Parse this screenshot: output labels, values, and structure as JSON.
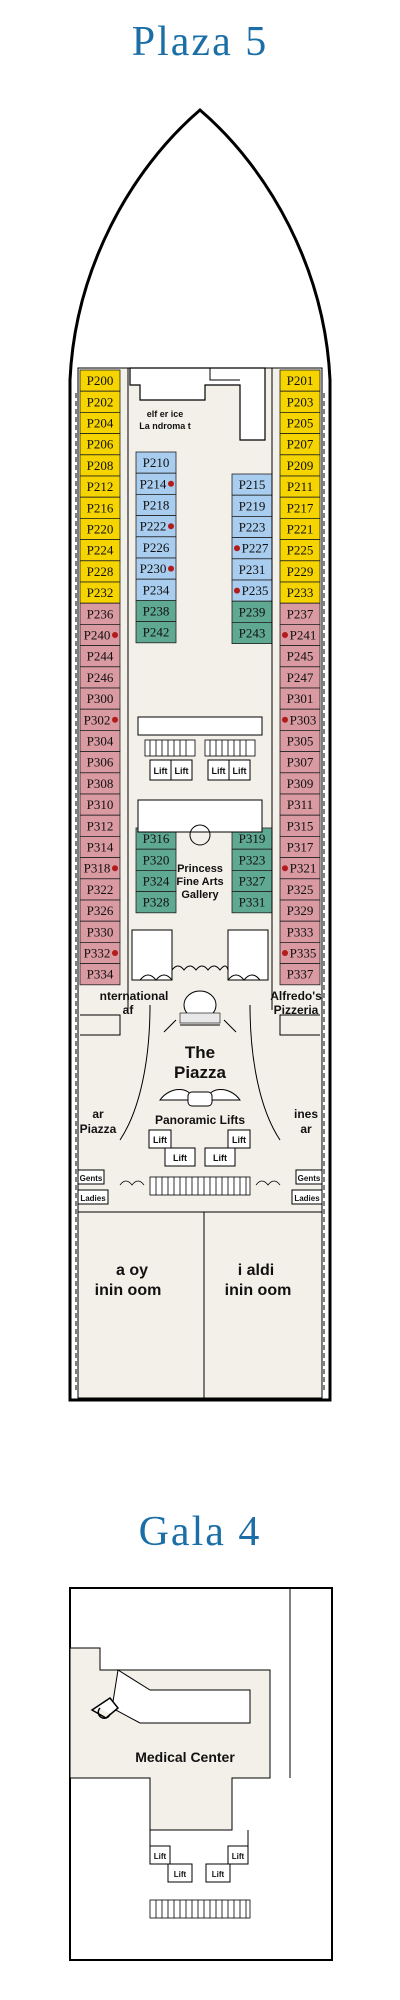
{
  "colors": {
    "yellow": "#f5d400",
    "pink": "#d99aa2",
    "blue": "#a9cdee",
    "teal": "#5fa892",
    "floor": "#f3f0e9",
    "title": "#1c6fa6",
    "dot": "#b31b1b"
  },
  "decks": [
    {
      "name": "Plaza 5"
    },
    {
      "name": "Gala 4"
    }
  ],
  "plaza": {
    "left_outer": [
      {
        "id": "P200",
        "color": "yellow"
      },
      {
        "id": "P202",
        "color": "yellow"
      },
      {
        "id": "P204",
        "color": "yellow"
      },
      {
        "id": "P206",
        "color": "yellow"
      },
      {
        "id": "P208",
        "color": "yellow"
      },
      {
        "id": "P212",
        "color": "yellow"
      },
      {
        "id": "P216",
        "color": "yellow"
      },
      {
        "id": "P220",
        "color": "yellow"
      },
      {
        "id": "P224",
        "color": "yellow"
      },
      {
        "id": "P228",
        "color": "yellow"
      },
      {
        "id": "P232",
        "color": "yellow"
      },
      {
        "id": "P236",
        "color": "pink"
      },
      {
        "id": "P240",
        "color": "pink",
        "dot": true
      },
      {
        "id": "P244",
        "color": "pink"
      },
      {
        "id": "P246",
        "color": "pink"
      },
      {
        "id": "P300",
        "color": "pink"
      },
      {
        "id": "P302",
        "color": "pink",
        "dot": true
      },
      {
        "id": "P304",
        "color": "pink"
      },
      {
        "id": "P306",
        "color": "pink"
      },
      {
        "id": "P308",
        "color": "pink"
      },
      {
        "id": "P310",
        "color": "pink"
      },
      {
        "id": "P312",
        "color": "pink"
      },
      {
        "id": "P314",
        "color": "pink"
      },
      {
        "id": "P318",
        "color": "pink",
        "dot": true
      },
      {
        "id": "P322",
        "color": "pink"
      },
      {
        "id": "P326",
        "color": "pink"
      },
      {
        "id": "P330",
        "color": "pink"
      },
      {
        "id": "P332",
        "color": "pink",
        "dot": true
      },
      {
        "id": "P334",
        "color": "pink"
      }
    ],
    "right_outer": [
      {
        "id": "P201",
        "color": "yellow"
      },
      {
        "id": "P203",
        "color": "yellow"
      },
      {
        "id": "P205",
        "color": "yellow"
      },
      {
        "id": "P207",
        "color": "yellow"
      },
      {
        "id": "P209",
        "color": "yellow"
      },
      {
        "id": "P211",
        "color": "yellow"
      },
      {
        "id": "P217",
        "color": "yellow"
      },
      {
        "id": "P221",
        "color": "yellow"
      },
      {
        "id": "P225",
        "color": "yellow"
      },
      {
        "id": "P229",
        "color": "yellow"
      },
      {
        "id": "P233",
        "color": "yellow"
      },
      {
        "id": "P237",
        "color": "pink"
      },
      {
        "id": "P241",
        "color": "pink",
        "dot": true
      },
      {
        "id": "P245",
        "color": "pink"
      },
      {
        "id": "P247",
        "color": "pink"
      },
      {
        "id": "P301",
        "color": "pink"
      },
      {
        "id": "P303",
        "color": "pink",
        "dot": true
      },
      {
        "id": "P305",
        "color": "pink"
      },
      {
        "id": "P307",
        "color": "pink"
      },
      {
        "id": "P309",
        "color": "pink"
      },
      {
        "id": "P311",
        "color": "pink"
      },
      {
        "id": "P315",
        "color": "pink"
      },
      {
        "id": "P317",
        "color": "pink"
      },
      {
        "id": "P321",
        "color": "pink",
        "dot": true
      },
      {
        "id": "P325",
        "color": "pink"
      },
      {
        "id": "P329",
        "color": "pink"
      },
      {
        "id": "P333",
        "color": "pink"
      },
      {
        "id": "P335",
        "color": "pink",
        "dot": true
      },
      {
        "id": "P337",
        "color": "pink"
      }
    ],
    "left_inner_top": [
      {
        "id": "P210",
        "color": "blue"
      },
      {
        "id": "P214",
        "color": "blue",
        "dot": true
      },
      {
        "id": "P218",
        "color": "blue"
      },
      {
        "id": "P222",
        "color": "blue",
        "dot": true
      },
      {
        "id": "P226",
        "color": "blue"
      },
      {
        "id": "P230",
        "color": "blue",
        "dot": true
      },
      {
        "id": "P234",
        "color": "blue"
      },
      {
        "id": "P238",
        "color": "teal"
      },
      {
        "id": "P242",
        "color": "teal"
      }
    ],
    "right_inner_top": [
      {
        "id": "P215",
        "color": "blue"
      },
      {
        "id": "P219",
        "color": "blue"
      },
      {
        "id": "P223",
        "color": "blue"
      },
      {
        "id": "P227",
        "color": "blue",
        "dot": true
      },
      {
        "id": "P231",
        "color": "blue"
      },
      {
        "id": "P235",
        "color": "blue",
        "dot": true
      },
      {
        "id": "P239",
        "color": "teal"
      },
      {
        "id": "P243",
        "color": "teal"
      }
    ],
    "left_inner_bottom": [
      {
        "id": "P316",
        "color": "teal"
      },
      {
        "id": "P320",
        "color": "teal"
      },
      {
        "id": "P324",
        "color": "teal"
      },
      {
        "id": "P328",
        "color": "teal"
      }
    ],
    "right_inner_bottom": [
      {
        "id": "P319",
        "color": "teal"
      },
      {
        "id": "P323",
        "color": "teal"
      },
      {
        "id": "P327",
        "color": "teal"
      },
      {
        "id": "P331",
        "color": "teal"
      }
    ],
    "labels": {
      "laundromat_1": "elf er ice",
      "laundromat_2": "La ndroma t",
      "lift": "Lift",
      "gallery_1": "Princess",
      "gallery_2": "Fine Arts",
      "gallery_3": "Gallery",
      "intl_cafe_1": "nternational",
      "intl_cafe_2": "af",
      "pizzeria_1": "Alfredo's",
      "pizzeria_2": "Pizzeria",
      "piazza_1": "The",
      "piazza_2": "Piazza",
      "panoramic_lifts": "Panoramic Lifts",
      "bar_left_1": "ar",
      "bar_left_2": "Piazza",
      "bar_right_1": "ines",
      "bar_right_2": "ar",
      "gents": "Gents",
      "ladies": "Ladies",
      "dining_left_1": "a oy",
      "dining_left_2": "inin oom",
      "dining_right_1": "i aldi",
      "dining_right_2": "inin oom"
    }
  },
  "gala": {
    "medical_center": "Medical Center",
    "lift": "Lift"
  }
}
